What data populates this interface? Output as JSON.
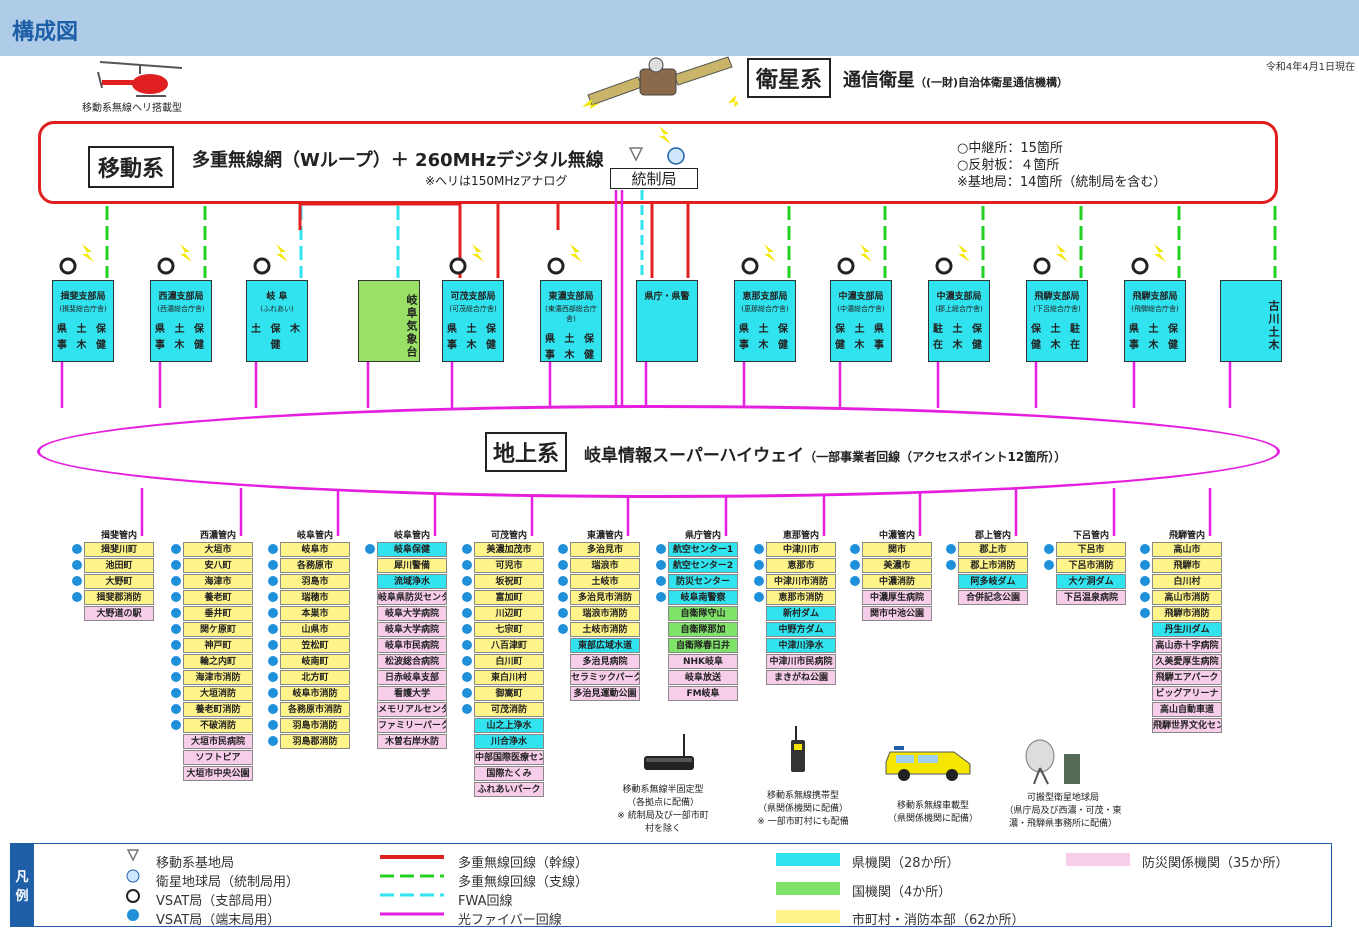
{
  "title": "構成図",
  "date": "令和4年4月1日現在",
  "helicopter_label": "移動系無線ヘリ搭載型",
  "satellite": {
    "system_label": "衛星系",
    "name": "通信衛星",
    "operator": "（(一財)自治体衛星通信機構）"
  },
  "mobile": {
    "system_label": "移動系",
    "title": "多重無線網（Wループ）＋ 260MHzデジタル無線",
    "note": "※ヘリは150MHzアナログ",
    "control_station": "統制局",
    "stats": [
      "○中継所：15箇所",
      "○反射板：４箇所",
      "※基地局：14箇所（統制局を含む）"
    ]
  },
  "offices": [
    {
      "name": "揖斐支部局",
      "sub": "(揖斐総合庁舎)",
      "items": "県 土 保 事 木 健",
      "color": "#31e3ee"
    },
    {
      "name": "西濃支部局",
      "sub": "(西濃総合庁舎)",
      "items": "県 土 保 事 木 健",
      "color": "#31e3ee"
    },
    {
      "name": "岐 阜",
      "sub": "(ふれあい)",
      "items": "土 保 木 健",
      "color": "#31e3ee"
    },
    {
      "name": "岐阜気象台",
      "sub": "",
      "items": "",
      "color": "#9ae066",
      "vertical": true
    },
    {
      "name": "可茂支部局",
      "sub": "(可茂総合庁舎)",
      "items": "県 土 保 事 木 健",
      "color": "#31e3ee"
    },
    {
      "name": "東濃支部局",
      "sub": "(東濃西部総合庁舎)",
      "items": "県 土 保 事 木 健",
      "color": "#31e3ee"
    },
    {
      "name": "県庁・県警",
      "sub": "",
      "items": "",
      "color": "#31e3ee"
    },
    {
      "name": "恵那支部局",
      "sub": "(恵那総合庁舎)",
      "items": "県 土 保 事 木 健",
      "color": "#31e3ee"
    },
    {
      "name": "中濃支部局",
      "sub": "(中濃総合庁舎)",
      "items": "保 土 県 健 木 事",
      "color": "#31e3ee"
    },
    {
      "name": "中濃支部局",
      "sub": "(郡上総合庁舎)",
      "items": "駐 土 保 在 木 健",
      "color": "#31e3ee"
    },
    {
      "name": "飛騨支部局",
      "sub": "(下呂総合庁舎)",
      "items": "保 土 駐 健 木 在",
      "color": "#31e3ee"
    },
    {
      "name": "飛騨支部局",
      "sub": "(飛騨総合庁舎)",
      "items": "県 土 保 事 木 健",
      "color": "#31e3ee"
    },
    {
      "name": "古川土木",
      "sub": "",
      "items": "",
      "color": "#31e3ee",
      "vertical": true
    }
  ],
  "ground": {
    "system_label": "地上系",
    "title": "岐阜情報スーパーハイウェイ",
    "sub": "（一部事業者回線（アクセスポイント12箇所））"
  },
  "columns": [
    {
      "header": "揖斐管内",
      "items": [
        {
          "t": "揖斐川町",
          "c": "y",
          "v": 1
        },
        {
          "t": "池田町",
          "c": "y",
          "v": 1
        },
        {
          "t": "大野町",
          "c": "y",
          "v": 1
        },
        {
          "t": "揖斐郡消防",
          "c": "y",
          "v": 1
        },
        {
          "t": "大野道の駅",
          "c": "p",
          "v": 0
        }
      ]
    },
    {
      "header": "西濃管内",
      "items": [
        {
          "t": "大垣市",
          "c": "y",
          "v": 1
        },
        {
          "t": "安八町",
          "c": "y",
          "v": 1
        },
        {
          "t": "海津市",
          "c": "y",
          "v": 1
        },
        {
          "t": "養老町",
          "c": "y",
          "v": 1
        },
        {
          "t": "垂井町",
          "c": "y",
          "v": 1
        },
        {
          "t": "関ケ原町",
          "c": "y",
          "v": 1
        },
        {
          "t": "神戸町",
          "c": "y",
          "v": 1
        },
        {
          "t": "輪之内町",
          "c": "y",
          "v": 1
        },
        {
          "t": "海津市消防",
          "c": "y",
          "v": 1
        },
        {
          "t": "大垣消防",
          "c": "y",
          "v": 1
        },
        {
          "t": "養老町消防",
          "c": "y",
          "v": 1
        },
        {
          "t": "不破消防",
          "c": "y",
          "v": 1
        },
        {
          "t": "大垣市民病院",
          "c": "p",
          "v": 0
        },
        {
          "t": "ソフトピア",
          "c": "p",
          "v": 0
        },
        {
          "t": "大垣市中央公園",
          "c": "p",
          "v": 0
        }
      ]
    },
    {
      "header": "岐阜管内",
      "items": [
        {
          "t": "岐阜市",
          "c": "y",
          "v": 1
        },
        {
          "t": "各務原市",
          "c": "y",
          "v": 1
        },
        {
          "t": "羽島市",
          "c": "y",
          "v": 1
        },
        {
          "t": "瑞穂市",
          "c": "y",
          "v": 1
        },
        {
          "t": "本巣市",
          "c": "y",
          "v": 1
        },
        {
          "t": "山県市",
          "c": "y",
          "v": 1
        },
        {
          "t": "笠松町",
          "c": "y",
          "v": 1
        },
        {
          "t": "岐南町",
          "c": "y",
          "v": 1
        },
        {
          "t": "北方町",
          "c": "y",
          "v": 1
        },
        {
          "t": "岐阜市消防",
          "c": "y",
          "v": 1
        },
        {
          "t": "各務原市消防",
          "c": "y",
          "v": 1
        },
        {
          "t": "羽島市消防",
          "c": "y",
          "v": 1
        },
        {
          "t": "羽島郡消防",
          "c": "y",
          "v": 1
        }
      ]
    },
    {
      "header": "岐阜管内",
      "items": [
        {
          "t": "岐阜保健",
          "c": "c",
          "v": 1
        },
        {
          "t": "犀川警備",
          "c": "y",
          "v": 0
        },
        {
          "t": "流域浄水",
          "c": "c",
          "v": 0
        },
        {
          "t": "岐阜県防災センター",
          "c": "p",
          "v": 0
        },
        {
          "t": "岐阜大学病院",
          "c": "p",
          "v": 0
        },
        {
          "t": "岐阜大学病院",
          "c": "p",
          "v": 0
        },
        {
          "t": "岐阜市民病院",
          "c": "p",
          "v": 0
        },
        {
          "t": "松波総合病院",
          "c": "p",
          "v": 0
        },
        {
          "t": "日赤岐阜支部",
          "c": "p",
          "v": 0
        },
        {
          "t": "看護大学",
          "c": "p",
          "v": 0
        },
        {
          "t": "メモリアルセンター",
          "c": "p",
          "v": 0
        },
        {
          "t": "ファミリーパーク",
          "c": "p",
          "v": 0
        },
        {
          "t": "木曽右岸水防",
          "c": "p",
          "v": 0
        }
      ]
    },
    {
      "header": "可茂管内",
      "items": [
        {
          "t": "美濃加茂市",
          "c": "y",
          "v": 1
        },
        {
          "t": "可児市",
          "c": "y",
          "v": 1
        },
        {
          "t": "坂祝町",
          "c": "y",
          "v": 1
        },
        {
          "t": "富加町",
          "c": "y",
          "v": 1
        },
        {
          "t": "川辺町",
          "c": "y",
          "v": 1
        },
        {
          "t": "七宗町",
          "c": "y",
          "v": 1
        },
        {
          "t": "八百津町",
          "c": "y",
          "v": 1
        },
        {
          "t": "白川町",
          "c": "y",
          "v": 1
        },
        {
          "t": "東白川村",
          "c": "y",
          "v": 1
        },
        {
          "t": "御嵩町",
          "c": "y",
          "v": 1
        },
        {
          "t": "可茂消防",
          "c": "y",
          "v": 1
        },
        {
          "t": "山之上浄水",
          "c": "c",
          "v": 0
        },
        {
          "t": "川合浄水",
          "c": "c",
          "v": 0
        },
        {
          "t": "中部国際医療センター",
          "c": "p",
          "v": 0
        },
        {
          "t": "国際たくみ",
          "c": "p",
          "v": 0
        },
        {
          "t": "ふれあいパーク",
          "c": "p",
          "v": 0
        }
      ]
    },
    {
      "header": "東濃管内",
      "items": [
        {
          "t": "多治見市",
          "c": "y",
          "v": 1
        },
        {
          "t": "瑞浪市",
          "c": "y",
          "v": 1
        },
        {
          "t": "土岐市",
          "c": "y",
          "v": 1
        },
        {
          "t": "多治見市消防",
          "c": "y",
          "v": 1
        },
        {
          "t": "瑞浪市消防",
          "c": "y",
          "v": 1
        },
        {
          "t": "土岐市消防",
          "c": "y",
          "v": 1
        },
        {
          "t": "東部広域水道",
          "c": "c",
          "v": 0
        },
        {
          "t": "多治見病院",
          "c": "p",
          "v": 0
        },
        {
          "t": "セラミックパーク",
          "c": "p",
          "v": 0
        },
        {
          "t": "多治見運動公園",
          "c": "p",
          "v": 0
        }
      ]
    },
    {
      "header": "県庁管内",
      "items": [
        {
          "t": "航空センター1",
          "c": "c",
          "v": 1
        },
        {
          "t": "航空センター2",
          "c": "c",
          "v": 1
        },
        {
          "t": "防災センター",
          "c": "c",
          "v": 1
        },
        {
          "t": "岐阜南警察",
          "c": "c",
          "v": 1
        },
        {
          "t": "自衛隊守山",
          "c": "g",
          "v": 0
        },
        {
          "t": "自衛隊那加",
          "c": "g",
          "v": 0
        },
        {
          "t": "自衛隊春日井",
          "c": "g",
          "v": 0
        },
        {
          "t": "NHK岐阜",
          "c": "p",
          "v": 0
        },
        {
          "t": "岐阜放送",
          "c": "p",
          "v": 0
        },
        {
          "t": "FM岐阜",
          "c": "p",
          "v": 0
        }
      ]
    },
    {
      "header": "恵那管内",
      "items": [
        {
          "t": "中津川市",
          "c": "y",
          "v": 1
        },
        {
          "t": "恵那市",
          "c": "y",
          "v": 1
        },
        {
          "t": "中津川市消防",
          "c": "y",
          "v": 1
        },
        {
          "t": "恵那市消防",
          "c": "y",
          "v": 1
        },
        {
          "t": "新村ダム",
          "c": "c",
          "v": 0
        },
        {
          "t": "中野方ダム",
          "c": "c",
          "v": 0
        },
        {
          "t": "中津川浄水",
          "c": "c",
          "v": 0
        },
        {
          "t": "中津川市民病院",
          "c": "p",
          "v": 0
        },
        {
          "t": "まきがね公園",
          "c": "p",
          "v": 0
        }
      ]
    },
    {
      "header": "中濃管内",
      "items": [
        {
          "t": "関市",
          "c": "y",
          "v": 1
        },
        {
          "t": "美濃市",
          "c": "y",
          "v": 1
        },
        {
          "t": "中濃消防",
          "c": "y",
          "v": 1
        },
        {
          "t": "中濃厚生病院",
          "c": "p",
          "v": 0
        },
        {
          "t": "関市中池公園",
          "c": "p",
          "v": 0
        }
      ]
    },
    {
      "header": "郡上管内",
      "items": [
        {
          "t": "郡上市",
          "c": "y",
          "v": 1
        },
        {
          "t": "郡上市消防",
          "c": "y",
          "v": 1
        },
        {
          "t": "阿多岐ダム",
          "c": "c",
          "v": 0
        },
        {
          "t": "合併記念公園",
          "c": "p",
          "v": 0
        }
      ]
    },
    {
      "header": "下呂管内",
      "items": [
        {
          "t": "下呂市",
          "c": "y",
          "v": 1
        },
        {
          "t": "下呂市消防",
          "c": "y",
          "v": 1
        },
        {
          "t": "大ケ洞ダム",
          "c": "c",
          "v": 0
        },
        {
          "t": "下呂温泉病院",
          "c": "p",
          "v": 0
        }
      ]
    },
    {
      "header": "飛騨管内",
      "items": [
        {
          "t": "高山市",
          "c": "y",
          "v": 1
        },
        {
          "t": "飛騨市",
          "c": "y",
          "v": 1
        },
        {
          "t": "白川村",
          "c": "y",
          "v": 1
        },
        {
          "t": "高山市消防",
          "c": "y",
          "v": 1
        },
        {
          "t": "飛騨市消防",
          "c": "y",
          "v": 1
        },
        {
          "t": "丹生川ダム",
          "c": "c",
          "v": 0
        },
        {
          "t": "高山赤十字病院",
          "c": "p",
          "v": 0
        },
        {
          "t": "久美愛厚生病院",
          "c": "p",
          "v": 0
        },
        {
          "t": "飛騨エアパーク",
          "c": "p",
          "v": 0
        },
        {
          "t": "ビッグアリーナ",
          "c": "p",
          "v": 0
        },
        {
          "t": "高山自動車道",
          "c": "p",
          "v": 0
        },
        {
          "t": "飛騨世界文化センター",
          "c": "p",
          "v": 0
        }
      ]
    }
  ],
  "equipment": [
    {
      "icon": "router-icon",
      "lines": [
        "移動系無線半固定型",
        "（各拠点に配備）",
        "※ 統制局及び一部市町",
        "村を除く"
      ]
    },
    {
      "icon": "handheld-radio-icon",
      "lines": [
        "移動系無線携帯型",
        "（県関係機関に配備）",
        "※ 一部市町村にも配備"
      ]
    },
    {
      "icon": "vehicle-icon",
      "lines": [
        "移動系無線車載型",
        "（県関係機関に配備）"
      ]
    },
    {
      "icon": "portable-satellite-icon",
      "lines": [
        "可搬型衛星地球局",
        "（県庁局及び西濃・可茂・東",
        "濃・飛騨県事務所に配備）"
      ]
    }
  ],
  "legend": {
    "tab": [
      "凡",
      "例"
    ],
    "icons": [
      "移動系基地局",
      "衛星地球局（統制局用）",
      "VSAT局（支部局用）",
      "VSAT局（端末局用）"
    ],
    "lines": [
      {
        "label": "多重無線回線（幹線）",
        "color": "#e02020"
      },
      {
        "label": "多重無線回線（支線）",
        "color": "#22d022"
      },
      {
        "label": "FWA回線",
        "color": "#31e3ee"
      },
      {
        "label": "光ファイバー回線",
        "color": "#e51ee0"
      }
    ],
    "swatches": [
      {
        "label": "県機関（28か所）",
        "color": "#31e3ee"
      },
      {
        "label": "国機関（4か所）",
        "color": "#7fe36a"
      },
      {
        "label": "市町村・消防本部（62か所）",
        "color": "#fff48a"
      },
      {
        "label": "防災関係機関（35か所）",
        "color": "#f7cde9"
      }
    ]
  }
}
